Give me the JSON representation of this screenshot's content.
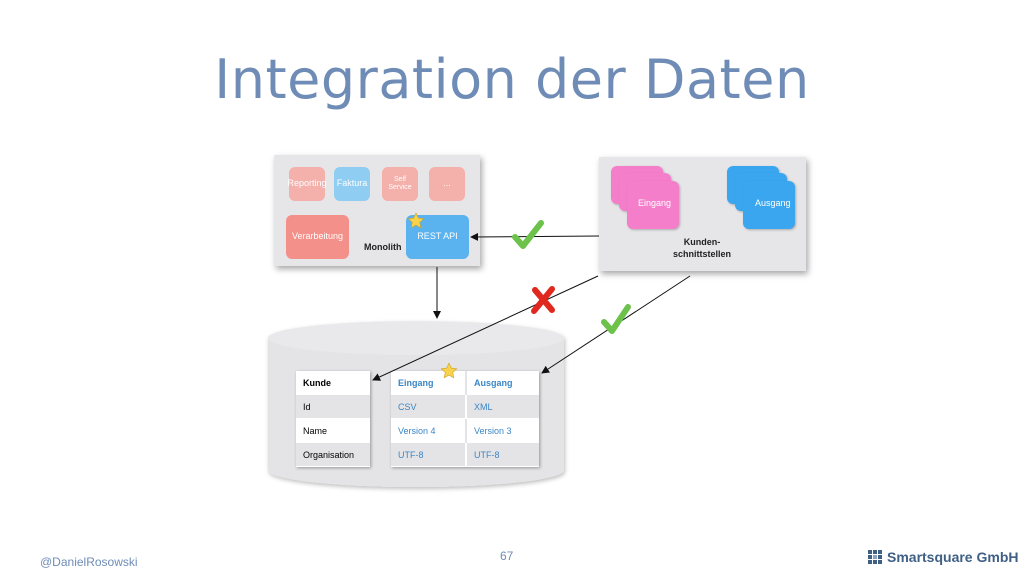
{
  "title": "Integration der Daten",
  "monolith": {
    "label": "Monolith",
    "modules": [
      "Reporting",
      "Faktura",
      "Self Service",
      "..."
    ],
    "verarbeitung": "Verarbeitung",
    "rest_api": "REST API"
  },
  "kunden": {
    "label_line1": "Kunden-",
    "label_line2": "schnittstellen",
    "eingang": "Eingang",
    "ausgang": "Ausgang"
  },
  "db_table_kunde": {
    "header": "Kunde",
    "rows": [
      "Id",
      "Name",
      "Organisation"
    ]
  },
  "db_table_io": {
    "headers": [
      "Eingang",
      "Ausgang"
    ],
    "rows": [
      [
        "CSV",
        "XML"
      ],
      [
        "Version 4",
        "Version 3"
      ],
      [
        "UTF-8",
        "UTF-8"
      ]
    ]
  },
  "colors": {
    "accent": "#6f8cb6",
    "salmon": "#f4908a",
    "blue_box": "#5ab3ef",
    "pink": "#f57ecb",
    "check": "#6cc24a",
    "cross": "#e0281f",
    "table_text_blue": "#3a86c6"
  },
  "footer": {
    "author": "@DanielRosowski",
    "page": "67",
    "company": "Smartsquare GmbH"
  }
}
